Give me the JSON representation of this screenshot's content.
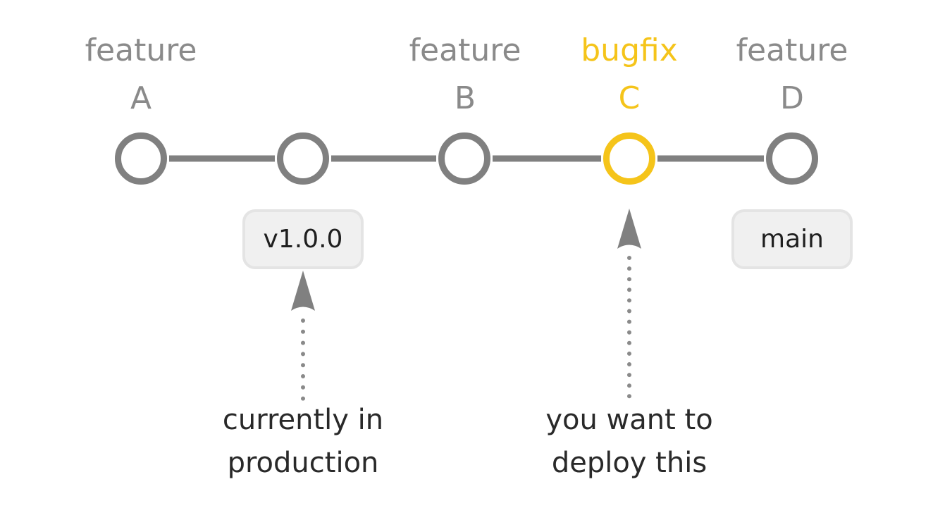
{
  "diagram": {
    "type": "git-commit-timeline",
    "colors": {
      "gray": "#808080",
      "label_gray": "#8a8a8a",
      "accent_yellow": "#f5c41a",
      "text_dark": "#292929",
      "tag_bg": "#f0f0f0",
      "tag_border": "#e4e4e4"
    },
    "commit_count": 5,
    "branch_labels": [
      {
        "name": "feature",
        "id": "A",
        "highlighted": false
      },
      {
        "name": "feature",
        "id": "B",
        "highlighted": false
      },
      {
        "name": "bugfix",
        "id": "C",
        "highlighted": true
      },
      {
        "name": "feature",
        "id": "D",
        "highlighted": false
      }
    ],
    "tags": [
      {
        "label": "v1.0.0"
      },
      {
        "label": "main"
      }
    ],
    "annotations": [
      {
        "line1": "currently in",
        "line2": "production"
      },
      {
        "line1": "you want to",
        "line2": "deploy this"
      }
    ]
  }
}
